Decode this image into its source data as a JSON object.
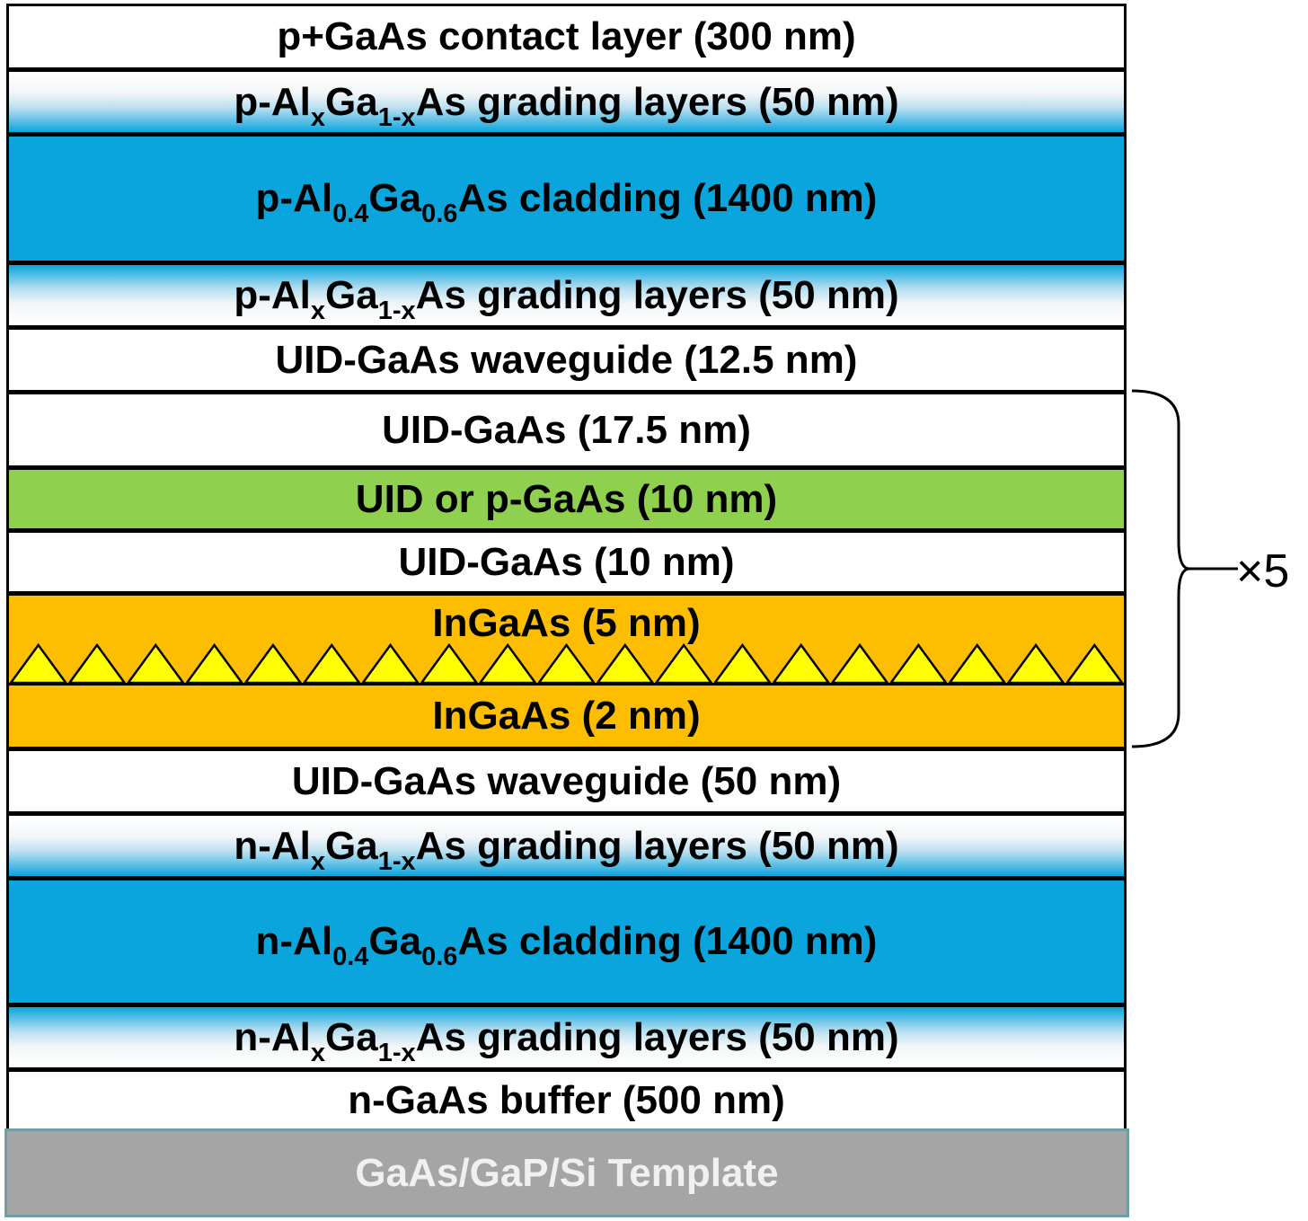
{
  "layers": [
    {
      "id": "p-contact",
      "parts": [
        {
          "t": "p+GaAs contact layer (300 nm)"
        }
      ]
    },
    {
      "id": "p-grading-upper",
      "parts": [
        {
          "t": "p-Al"
        },
        {
          "sub": "x"
        },
        {
          "t": "Ga"
        },
        {
          "sub": "1-x"
        },
        {
          "t": "As grading layers (50 nm)"
        }
      ]
    },
    {
      "id": "p-cladding",
      "parts": [
        {
          "t": "p-Al"
        },
        {
          "sub": "0.4"
        },
        {
          "t": "Ga"
        },
        {
          "sub": "0.6"
        },
        {
          "t": "As cladding (1400 nm)"
        }
      ]
    },
    {
      "id": "p-grading-lower",
      "parts": [
        {
          "t": "p-Al"
        },
        {
          "sub": "x"
        },
        {
          "t": "Ga"
        },
        {
          "sub": "1-x"
        },
        {
          "t": "As grading layers (50 nm)"
        }
      ]
    },
    {
      "id": "uid-waveguide-upper",
      "parts": [
        {
          "t": "UID-GaAs waveguide (12.5 nm)"
        }
      ]
    },
    {
      "id": "uid-gaas-17",
      "parts": [
        {
          "t": "UID-GaAs (17.5 nm)"
        }
      ]
    },
    {
      "id": "uid-or-p-gaas",
      "parts": [
        {
          "t": "UID or p-GaAs (10 nm)"
        }
      ]
    },
    {
      "id": "uid-gaas-10",
      "parts": [
        {
          "t": "UID-GaAs (10 nm)"
        }
      ]
    },
    {
      "id": "ingaas-5",
      "parts": [
        {
          "t": "InGaAs (5 nm)"
        }
      ]
    },
    {
      "id": "ingaas-2",
      "parts": [
        {
          "t": "InGaAs (2 nm)"
        }
      ]
    },
    {
      "id": "uid-waveguide-lower",
      "parts": [
        {
          "t": "UID-GaAs waveguide (50 nm)"
        }
      ]
    },
    {
      "id": "n-grading-upper",
      "parts": [
        {
          "t": "n-Al"
        },
        {
          "sub": "x"
        },
        {
          "t": "Ga"
        },
        {
          "sub": "1-x"
        },
        {
          "t": "As grading layers (50 nm)"
        }
      ]
    },
    {
      "id": "n-cladding",
      "parts": [
        {
          "t": "n-Al"
        },
        {
          "sub": "0.4"
        },
        {
          "t": "Ga"
        },
        {
          "sub": "0.6"
        },
        {
          "t": "As cladding (1400 nm)"
        }
      ]
    },
    {
      "id": "n-grading-lower",
      "parts": [
        {
          "t": "n-Al"
        },
        {
          "sub": "x"
        },
        {
          "t": "Ga"
        },
        {
          "sub": "1-x"
        },
        {
          "t": "As grading layers (50 nm)"
        }
      ]
    },
    {
      "id": "n-buffer",
      "parts": [
        {
          "t": "n-GaAs buffer (500 nm)"
        }
      ]
    },
    {
      "id": "template",
      "parts": [
        {
          "t": "GaAs/GaP/Si Template"
        }
      ]
    }
  ],
  "repeat_label": "×5",
  "quantum_dots": {
    "count": 19,
    "color": "#ffff00"
  }
}
